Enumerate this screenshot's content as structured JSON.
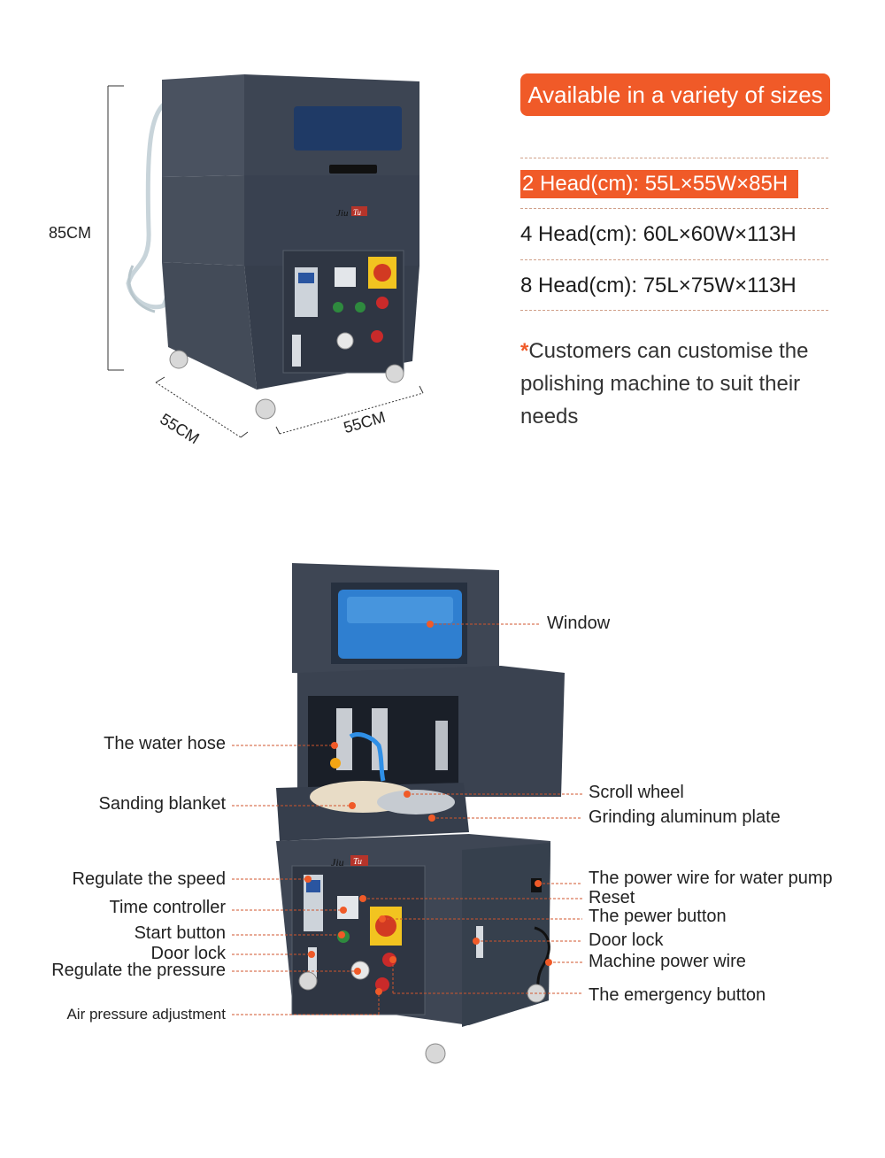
{
  "badge": "Available in a variety of sizes",
  "specs": [
    "2 Head(cm): 55L×55W×85H",
    "4 Head(cm): 60L×60W×113H",
    "8 Head(cm): 75L×75W×113H"
  ],
  "note": {
    "star": "*",
    "text": "Customers can customise the polishing machine to suit their needs"
  },
  "dimensions": {
    "height": "85CM",
    "depth": "55CM",
    "width": "55CM"
  },
  "brand_logo": "JiuTu",
  "callouts_left": [
    "The water hose",
    "Sanding blanket",
    "Regulate the speed",
    "Time controller",
    "Start button",
    "Door lock",
    "Regulate the pressure",
    "Air pressure adjustment"
  ],
  "callouts_right": [
    "Window",
    "Scroll wheel",
    "Grinding aluminum plate",
    "The power wire for water pump",
    "Reset",
    "The pewer button",
    "Door lock",
    "Machine power wire",
    "The emergency button"
  ],
  "colors": {
    "accent": "#f05a28",
    "machine_body": "#3d4553",
    "window_blue": "#2f7fd0"
  }
}
